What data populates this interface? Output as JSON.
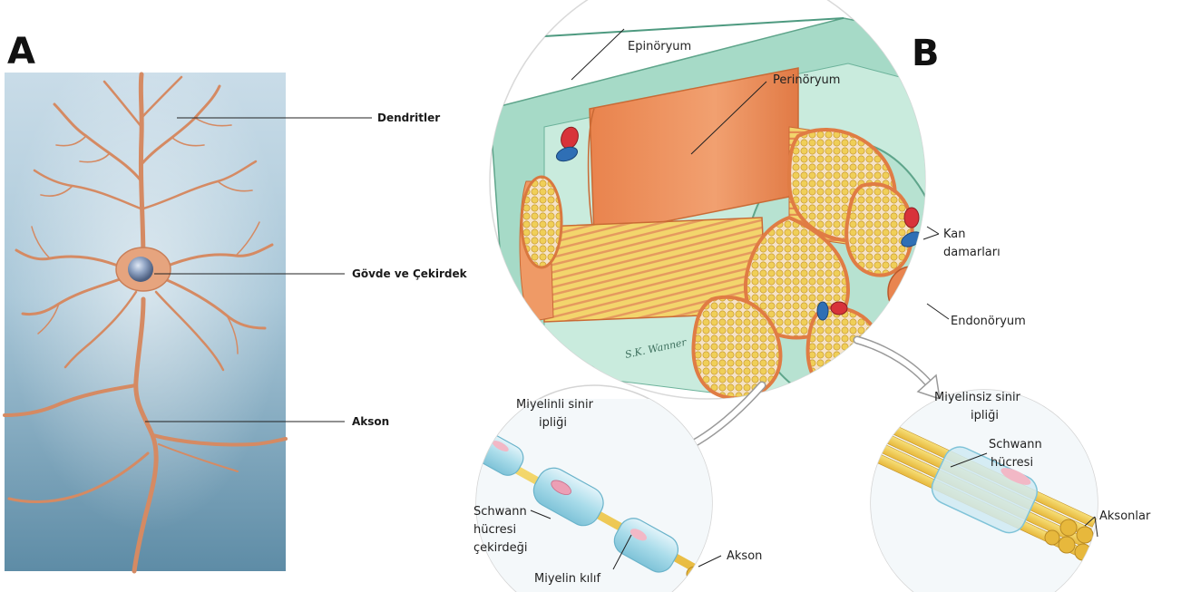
{
  "panels": {
    "a": {
      "letter": "A",
      "labels": {
        "dendrites": "Dendritler",
        "soma": "Gövde ve Çekirdek",
        "axon": "Akson"
      }
    },
    "b": {
      "letter": "B",
      "labels": {
        "epineurium": "Epinöryum",
        "perineurium": "Perinöryum",
        "blood_vessels_1": "Kan",
        "blood_vessels_2": "damarları",
        "endoneurium": "Endonöryum",
        "myelinated_1": "Miyelinli sinir",
        "myelinated_2": "ipliği",
        "unmyelinated_1": "Miyelinsiz sinir",
        "unmyelinated_2": "ipliği",
        "schwann_nucleus_1": "Schwann",
        "schwann_nucleus_2": "hücresi",
        "schwann_nucleus_3": "çekirdeği",
        "myelin_sheath": "Miyelin kılıf",
        "axon": "Akson",
        "schwann_cell_1": "Schwann",
        "schwann_cell_2": "hücresi",
        "axons": "Aksonlar"
      },
      "signature": "S.K. Wanner"
    }
  },
  "colors": {
    "neuron": "#e3a07a",
    "panel_a_bg_top": "#cfe0ea",
    "panel_a_bg_bottom": "#5f8ea8",
    "epineurium": "#a9dcc8",
    "perineurium": "#ec8a55",
    "axon_yellow": "#f2d56b",
    "vessel_red": "#d8333a",
    "vessel_blue": "#2f6fb5"
  }
}
